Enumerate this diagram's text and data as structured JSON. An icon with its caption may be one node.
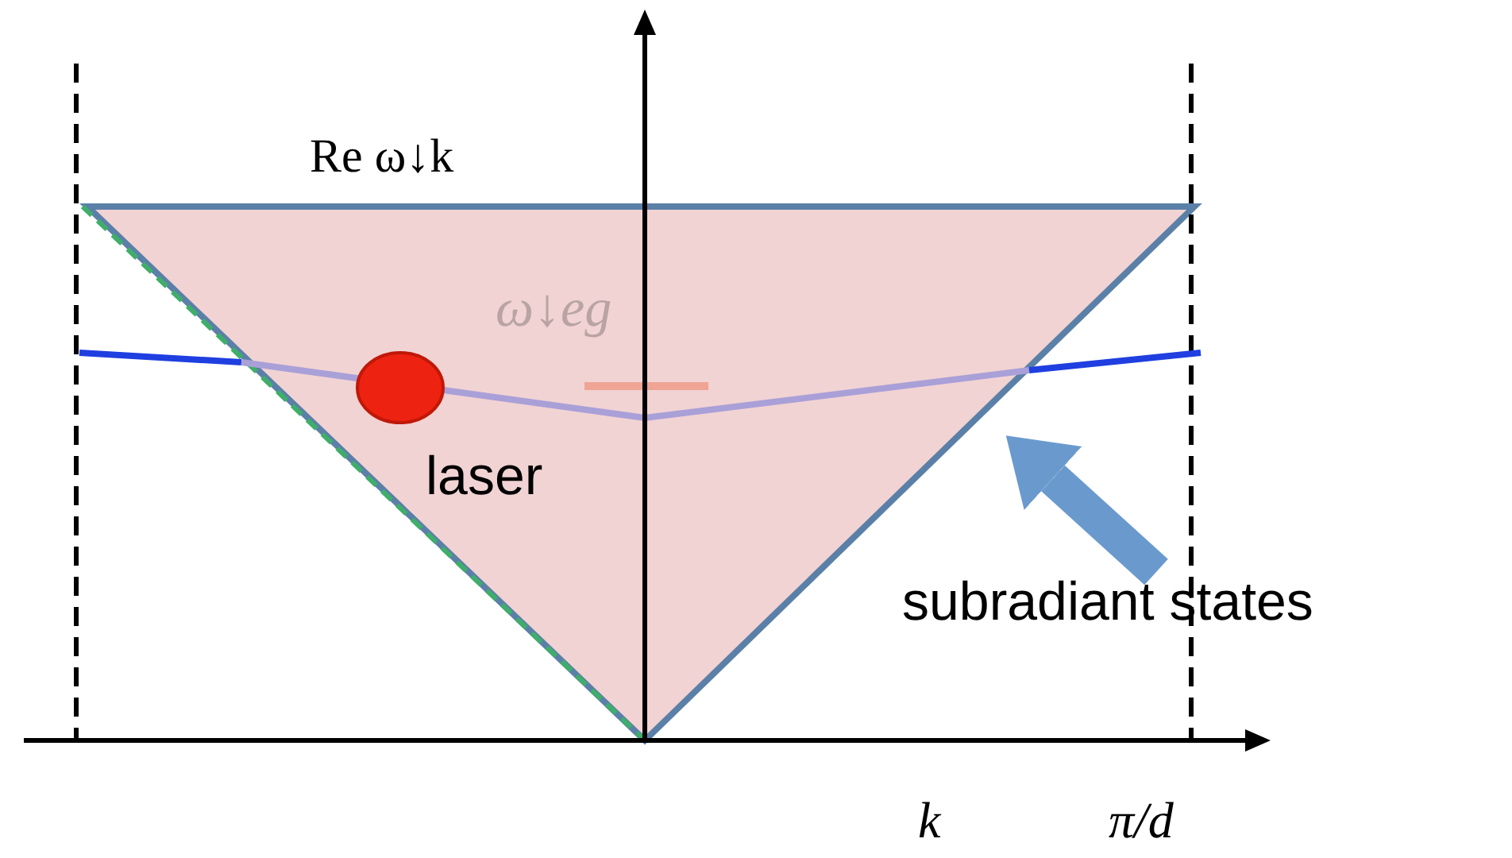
{
  "diagram": {
    "nodes": [
      {
        "text": [],
        "shape": "curve"
      },
      {
        "text": [
          "subradiant states"
        ]
      }
    ],
    "edges": [
      {
        "from": 1,
        "to": 0,
        "arrow": "to"
      }
    ],
    "labels": [
      "Re ω↓k",
      "ω↓eg",
      "laser",
      "k",
      "π/d"
    ]
  }
}
